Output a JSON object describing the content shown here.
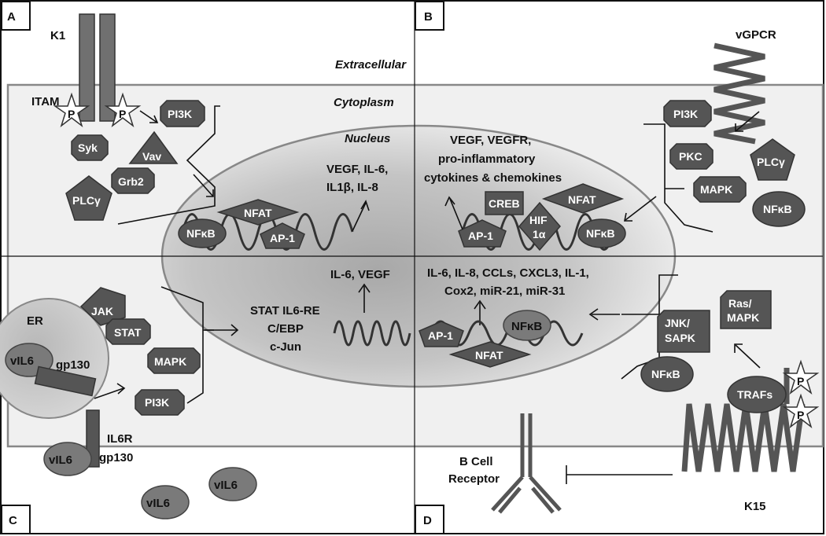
{
  "panels": {
    "a": "A",
    "b": "B",
    "c": "C",
    "d": "D"
  },
  "compartments": {
    "extracellular": "Extracellular",
    "cytoplasm": "Cytoplasm",
    "nucleus": "Nucleus"
  },
  "panel_a": {
    "receptor": "K1",
    "itam": "ITAM",
    "phospho": "P",
    "molecules": [
      "PI3K",
      "Syk",
      "Vav",
      "Grb2",
      "PLCγ"
    ],
    "factors": [
      "NFAT",
      "NFκB",
      "AP-1"
    ],
    "outputs_line1": "VEGF, IL-6,",
    "outputs_line2": "IL1β, IL-8"
  },
  "panel_b": {
    "receptor": "vGPCR",
    "molecules": [
      "PI3K",
      "PKC",
      "PLCγ",
      "MAPK",
      "NFκB"
    ],
    "factors": [
      "CREB",
      "NFAT",
      "AP-1",
      "NFκB"
    ],
    "hif_line1": "HIF",
    "hif_line2": "1α",
    "outputs_line1": "VEGF, VEGFR,",
    "outputs_line2": "pro-inflammatory",
    "outputs_line3": "cytokines  & chemokines"
  },
  "panel_c": {
    "er": "ER",
    "ligand": "vIL6",
    "gp130": "gp130",
    "il6r": "IL6R",
    "molecules": [
      "JAK",
      "STAT",
      "MAPK",
      "PI3K"
    ],
    "factors_line1": "STAT IL6-RE",
    "factors_line2": "C/EBP",
    "factors_line3": "c-Jun",
    "outputs": "IL-6, VEGF"
  },
  "panel_d": {
    "receptor": "K15",
    "bcell_line1": "B Cell",
    "bcell_line2": "Receptor",
    "molecules": [
      "Ras/",
      "MAPK",
      "JNK/",
      "SAPK",
      "NFκB",
      "TRAFs"
    ],
    "factors": [
      "AP-1",
      "NFκB",
      "NFAT"
    ],
    "outputs_line1": "IL-6, IL-8, CCLs, CXCL3, IL-1,",
    "outputs_line2": "Cox2, miR-21, miR-31"
  }
}
